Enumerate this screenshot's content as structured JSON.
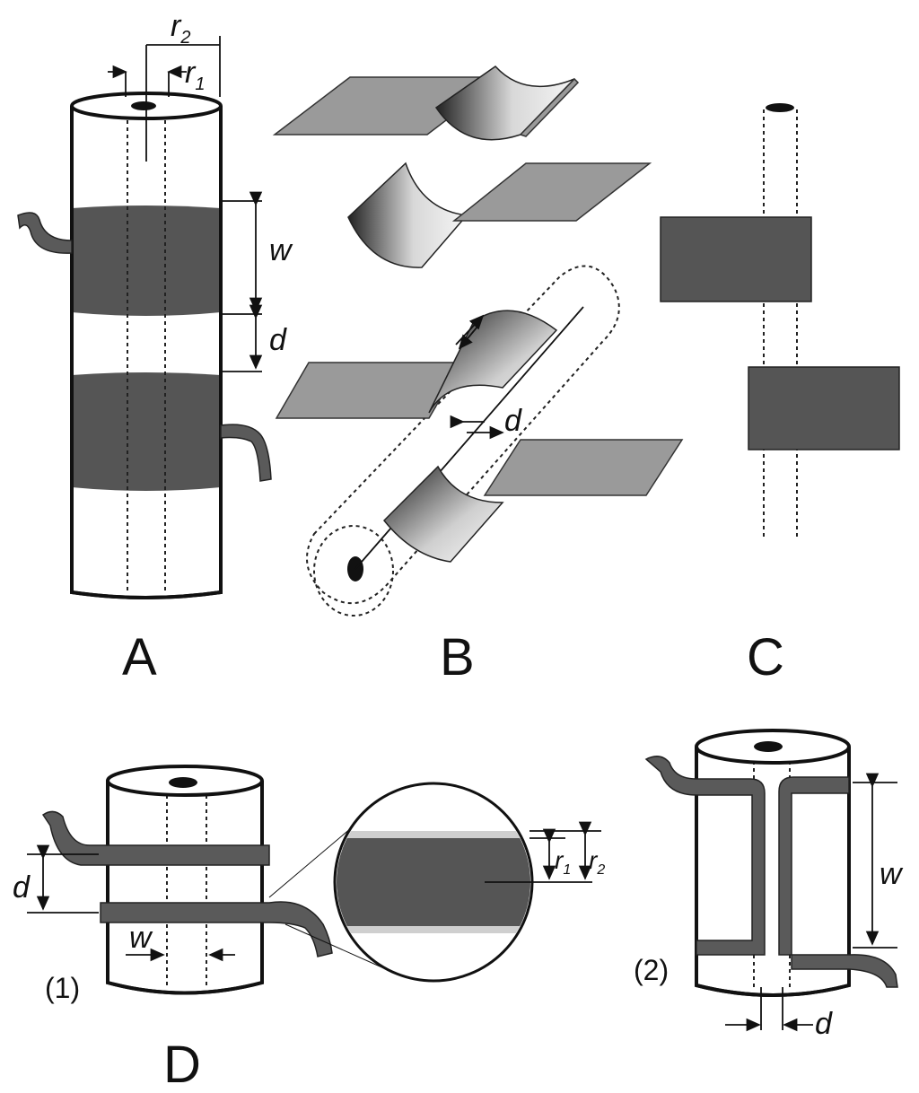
{
  "panels": {
    "A": {
      "label": "A",
      "dims": {
        "r2": "r",
        "r2_sub": "2",
        "r1": "r",
        "r1_sub": "1",
        "w": "w",
        "d": "d"
      }
    },
    "B": {
      "label": "B",
      "dims": {
        "d": "d"
      }
    },
    "C": {
      "label": "C"
    },
    "D": {
      "label": "D",
      "sub1": "(1)",
      "sub2": "(2)",
      "dims1": {
        "d": "d",
        "w": "w"
      },
      "zoom": {
        "r1": "r",
        "r1_sub": "1",
        "r2": "r",
        "r2_sub": "2"
      },
      "dims2": {
        "w": "w",
        "d": "d"
      }
    }
  },
  "colors": {
    "band": "#555555",
    "plate": "#9a9a9a",
    "outline": "#111111"
  }
}
